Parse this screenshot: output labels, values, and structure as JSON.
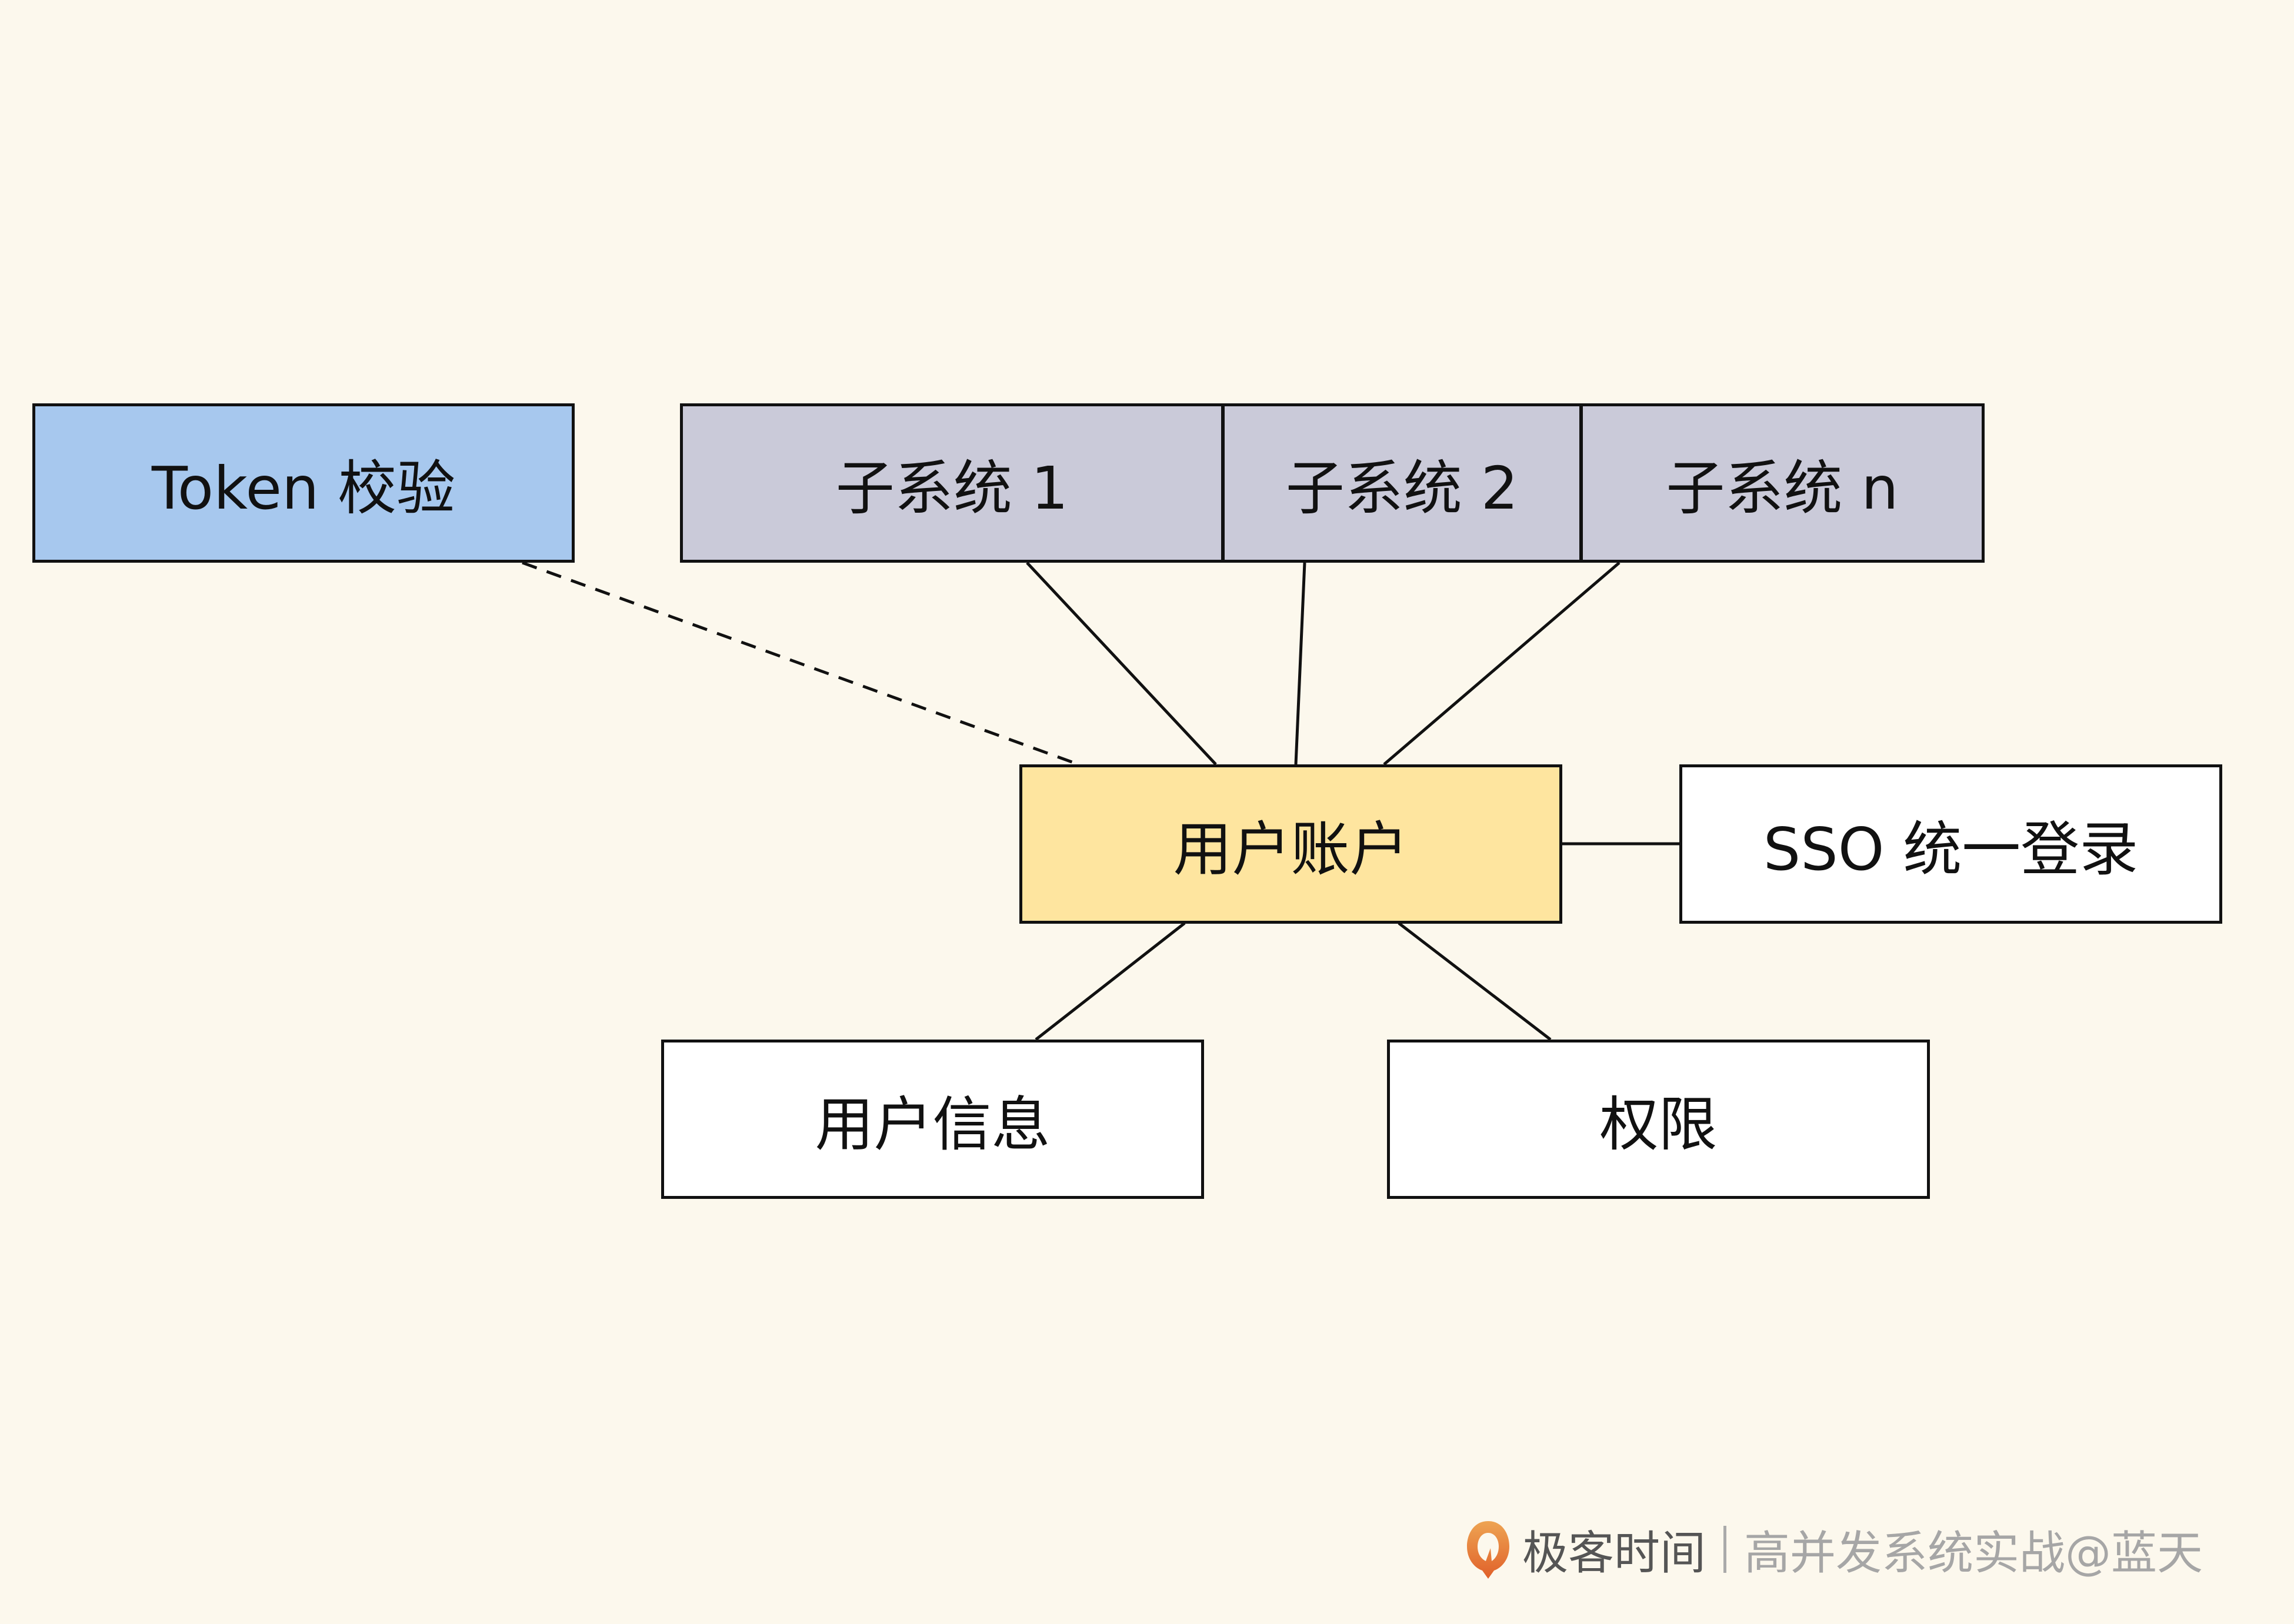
{
  "nodes": {
    "token": "Token 校验",
    "subsystem_1": "子系统 1",
    "subsystem_2": "子系统 2",
    "subsystem_n": "子系统 n",
    "user_account": "用户账户",
    "sso": "SSO 统一登录",
    "user_info": "用户信息",
    "permission": "权限"
  },
  "colors": {
    "token": "#a7c8ee",
    "subsystem": "#cacad9",
    "user_account": "#fee59f",
    "plain": "#ffffff",
    "background": "#fcf8ed"
  },
  "footer": {
    "brand": "极客时间",
    "course": "高并发系统实战@蓝天"
  }
}
